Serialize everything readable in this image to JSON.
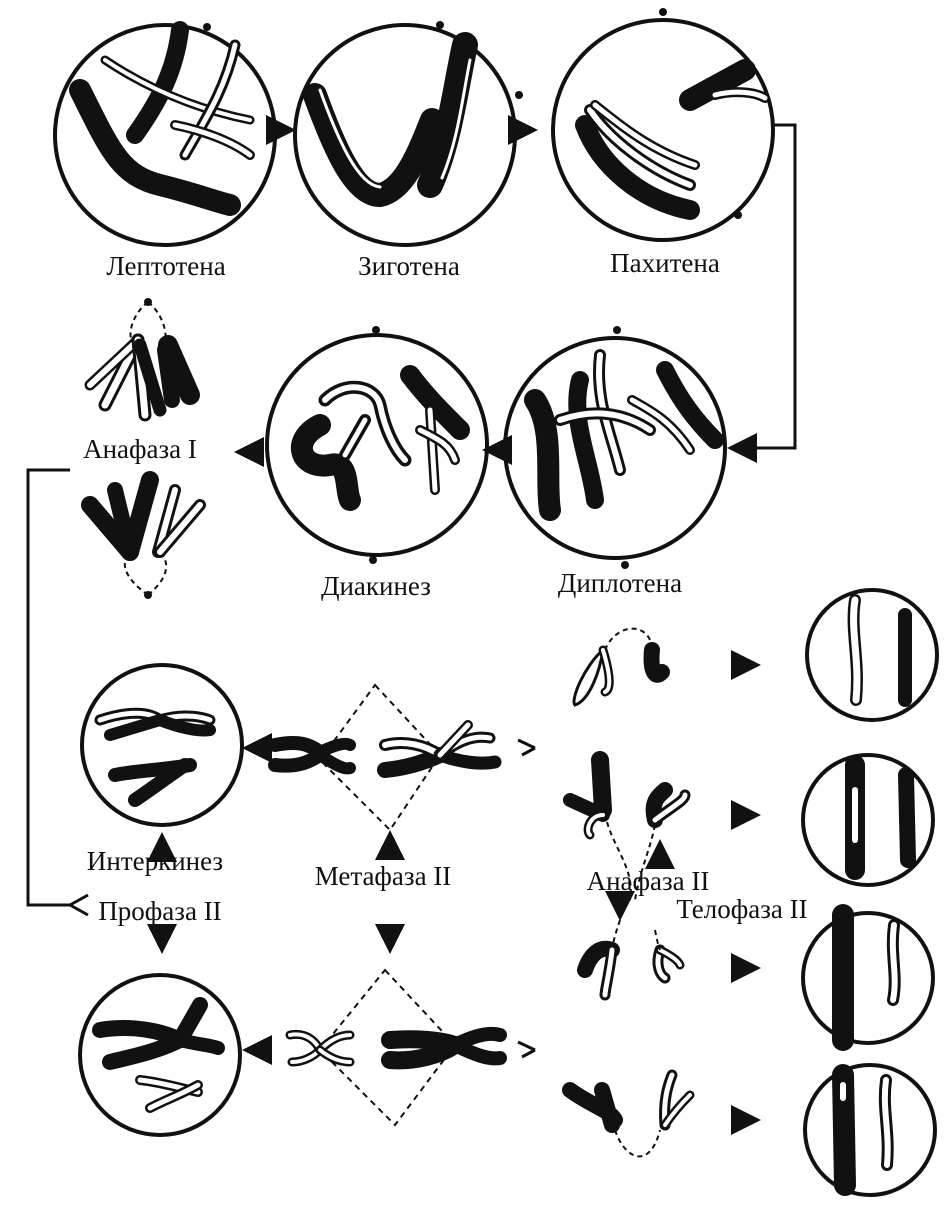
{
  "labels": {
    "leptotene": "Лептотена",
    "zygotene": "Зиготена",
    "pachytene": "Пахитена",
    "anaphase1": "Анафаза I",
    "diakinesis": "Диакинез",
    "diplotene": "Диплотена",
    "interkinesis": "Интеркинез",
    "metaphase2": "Метафаза II",
    "anaphase2": "Анафаза II",
    "prophase2": "Профаза II",
    "telophase2": "Телофаза II"
  },
  "colors": {
    "ink": "#111111",
    "paper": "#ffffff"
  }
}
